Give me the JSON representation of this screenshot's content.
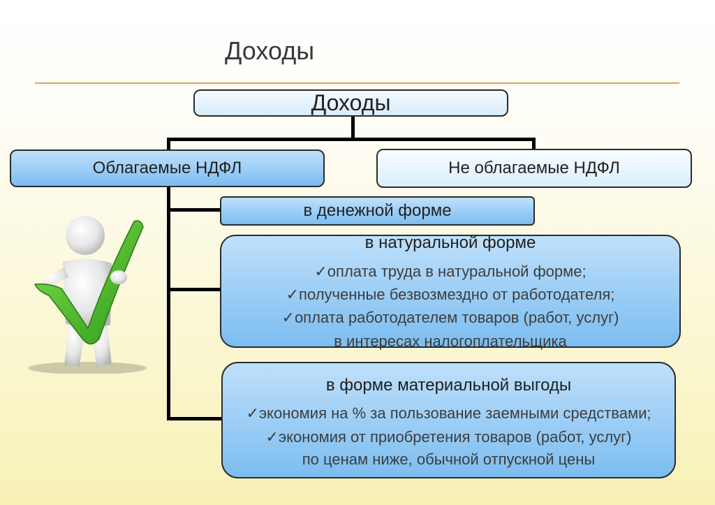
{
  "slide": {
    "title": "Доходы"
  },
  "diagram": {
    "root": "Доходы",
    "taxed": "Облагаемые НДФЛ",
    "untaxed": "Не облагаемые НДФЛ",
    "money_form": "в денежной форме",
    "natural_form": {
      "heading": "в натуральной форме",
      "items": [
        "✓оплата труда в натуральной форме;",
        "✓полученные безвозмездно от работодателя;",
        "✓оплата работодателем товаров (работ, услуг)",
        "в интересах налогоплательщика"
      ]
    },
    "material_benefit": {
      "heading": "в форме материальной выгоды",
      "items": [
        "✓экономия на % за пользование заемными средствами;",
        "✓экономия от приобретения товаров (работ, услуг)",
        "по ценам ниже, обычной отпускной цены"
      ]
    }
  },
  "colors": {
    "box_fill_dark": "#7cbdf0",
    "box_fill_light": "#daeefc",
    "checkmark": "#4fbf2a",
    "divider": "#e3a35a"
  }
}
